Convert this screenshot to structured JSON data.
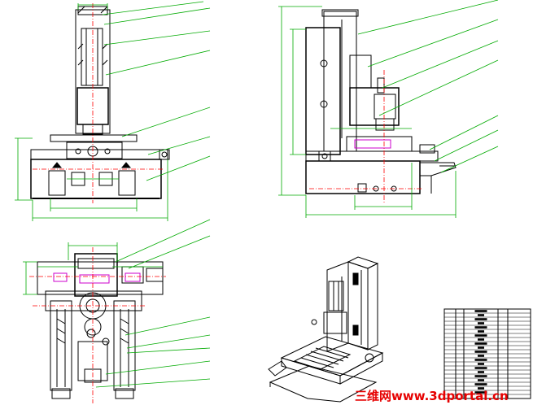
{
  "drawing": {
    "views": [
      "front-view",
      "side-view",
      "top-view",
      "isometric-view"
    ],
    "title_block": {
      "rows": 22
    },
    "colors": {
      "background": "#ffffff",
      "part_lines": "#000000",
      "dimension_lines": "#00aa00",
      "leader_lines": "#00aa00",
      "centerlines": "#ff0000",
      "highlight": "#cc00cc",
      "watermark": "#e60000"
    }
  },
  "watermark": {
    "text": "三维网www.3dportal.cn"
  }
}
